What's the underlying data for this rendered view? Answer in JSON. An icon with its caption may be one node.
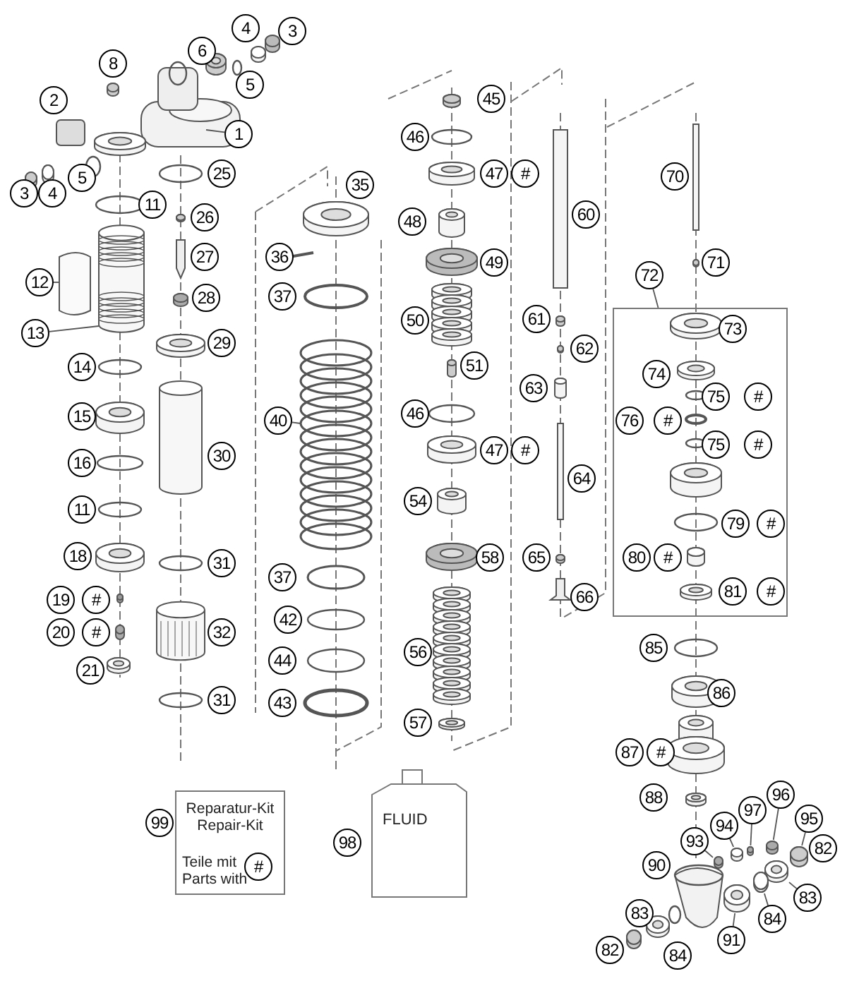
{
  "diagram": {
    "nodes": [
      {
        "text": [
          "1"
        ]
      },
      {
        "text": [
          "12"
        ]
      },
      {
        "text": [
          "13"
        ]
      },
      {
        "text": [
          "40"
        ]
      },
      {
        "text": [
          "72"
        ]
      },
      {
        "text": [],
        "shape": "box"
      },
      {
        "text": [
          "93"
        ]
      },
      {
        "text": [
          "94"
        ]
      },
      {
        "text": [
          "97"
        ]
      },
      {
        "text": [
          "96"
        ]
      },
      {
        "text": [
          "95"
        ]
      },
      {
        "text": [
          "83"
        ]
      },
      {
        "text": [
          "84"
        ]
      },
      {
        "text": [
          "91"
        ]
      },
      {
        "text": [
          "Reparatur-Kit Repair-Kit",
          "Teile mit Parts with"
        ]
      },
      {
        "text": [
          "#"
        ],
        "in": 14
      },
      {
        "text": [
          "FLUID"
        ]
      },
      {
        "text": [
          "3"
        ]
      },
      {
        "text": [
          "4"
        ]
      },
      {
        "text": [
          "6"
        ]
      },
      {
        "text": [
          "8"
        ]
      },
      {
        "text": [
          "5"
        ]
      },
      {
        "text": [
          "45"
        ]
      },
      {
        "text": [
          "2"
        ]
      },
      {
        "text": [
          "46"
        ]
      },
      {
        "text": [
          "25"
        ]
      },
      {
        "text": [
          "47"
        ]
      },
      {
        "text": [
          "#"
        ]
      },
      {
        "text": [
          "70"
        ]
      },
      {
        "text": [
          "5"
        ]
      },
      {
        "text": [
          "35"
        ]
      },
      {
        "text": [
          "3"
        ]
      },
      {
        "text": [
          "4"
        ]
      },
      {
        "text": [
          "11"
        ]
      },
      {
        "text": [
          "26"
        ]
      },
      {
        "text": [
          "60"
        ]
      },
      {
        "text": [
          "48"
        ]
      },
      {
        "text": [
          "27"
        ]
      },
      {
        "text": [
          "36"
        ]
      },
      {
        "text": [
          "49"
        ]
      },
      {
        "text": [
          "71"
        ]
      },
      {
        "text": [
          "37"
        ]
      },
      {
        "text": [
          "28"
        ]
      },
      {
        "text": [
          "61"
        ]
      },
      {
        "text": [
          "50"
        ]
      },
      {
        "text": [
          "73"
        ],
        "in": 5
      },
      {
        "text": [
          "29"
        ]
      },
      {
        "text": [
          "62"
        ]
      },
      {
        "text": [
          "51"
        ]
      },
      {
        "text": [
          "14"
        ]
      },
      {
        "text": [
          "74"
        ],
        "in": 5
      },
      {
        "text": [
          "63"
        ]
      },
      {
        "text": [
          "75"
        ],
        "in": 5
      },
      {
        "text": [
          "#"
        ],
        "in": 5
      },
      {
        "text": [
          "46"
        ]
      },
      {
        "text": [
          "15"
        ]
      },
      {
        "text": [
          "76"
        ],
        "in": 5
      },
      {
        "text": [
          "#"
        ],
        "in": 5
      },
      {
        "text": [
          "75"
        ],
        "in": 5
      },
      {
        "text": [
          "#"
        ],
        "in": 5
      },
      {
        "text": [
          "47"
        ]
      },
      {
        "text": [
          "#"
        ]
      },
      {
        "text": [
          "30"
        ]
      },
      {
        "text": [
          "16"
        ]
      },
      {
        "text": [
          "64"
        ]
      },
      {
        "text": [
          "54"
        ]
      },
      {
        "text": [
          "11"
        ]
      },
      {
        "text": [
          "79"
        ],
        "in": 5
      },
      {
        "text": [
          "#"
        ],
        "in": 5
      },
      {
        "text": [
          "18"
        ]
      },
      {
        "text": [
          "80"
        ],
        "in": 5
      },
      {
        "text": [
          "#"
        ],
        "in": 5
      },
      {
        "text": [
          "58"
        ]
      },
      {
        "text": [
          "65"
        ]
      },
      {
        "text": [
          "31"
        ]
      },
      {
        "text": [
          "37"
        ]
      },
      {
        "text": [
          "81"
        ],
        "in": 5
      },
      {
        "text": [
          "#"
        ],
        "in": 5
      },
      {
        "text": [
          "66"
        ]
      },
      {
        "text": [
          "19"
        ]
      },
      {
        "text": [
          "#"
        ]
      },
      {
        "text": [
          "42"
        ]
      },
      {
        "text": [
          "20"
        ]
      },
      {
        "text": [
          "#"
        ]
      },
      {
        "text": [
          "32"
        ]
      },
      {
        "text": [
          "85"
        ]
      },
      {
        "text": [
          "56"
        ]
      },
      {
        "text": [
          "44"
        ]
      },
      {
        "text": [
          "21"
        ]
      },
      {
        "text": [
          "86"
        ]
      },
      {
        "text": [
          "31"
        ]
      },
      {
        "text": [
          "43"
        ]
      },
      {
        "text": [
          "57"
        ]
      },
      {
        "text": [
          "87"
        ]
      },
      {
        "text": [
          "#"
        ]
      },
      {
        "text": [
          "88"
        ]
      },
      {
        "text": [
          "99"
        ]
      },
      {
        "text": [
          "98"
        ]
      },
      {
        "text": [
          "82"
        ]
      },
      {
        "text": [
          "90"
        ]
      },
      {
        "text": [
          "83"
        ]
      },
      {
        "text": [
          "82"
        ]
      },
      {
        "text": [
          "84"
        ]
      },
      {
        "text": [],
        "shape": "picture"
      },
      {
        "text": [],
        "shape": "picture"
      },
      {
        "text": [],
        "shape": "picture"
      },
      {
        "text": [],
        "shape": "picture"
      },
      {
        "text": [],
        "shape": "picture"
      },
      {
        "text": [],
        "shape": "picture"
      },
      {
        "text": [],
        "shape": "picture"
      },
      {
        "text": [],
        "shape": "picture"
      }
    ],
    "edges": [
      {
        "from": 0,
        "to": null,
        "arrow": "none"
      },
      {
        "from": 1,
        "to": null,
        "arrow": "none"
      },
      {
        "from": 2,
        "to": null,
        "arrow": "none"
      },
      {
        "from": 3,
        "to": null,
        "arrow": "none"
      },
      {
        "from": 4,
        "to": 5,
        "arrow": "none"
      },
      {
        "from": 6,
        "to": 103,
        "arrow": "none"
      },
      {
        "from": 7,
        "to": 104,
        "arrow": "none"
      },
      {
        "from": 8,
        "to": 105,
        "arrow": "none"
      },
      {
        "from": 9,
        "to": 106,
        "arrow": "none"
      },
      {
        "from": 10,
        "to": 107,
        "arrow": "none"
      },
      {
        "from": 11,
        "to": 108,
        "arrow": "none"
      },
      {
        "from": 12,
        "to": 109,
        "arrow": "none"
      },
      {
        "from": 13,
        "to": 110,
        "arrow": "none"
      }
    ]
  }
}
